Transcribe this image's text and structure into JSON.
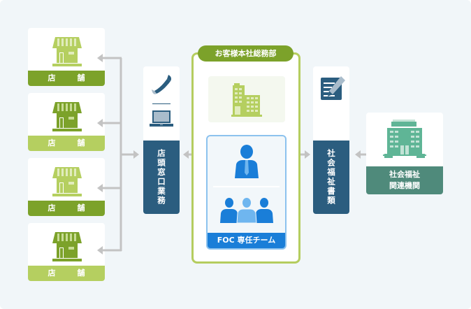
{
  "diagram": {
    "stores": [
      {
        "label": "店　舗",
        "variant": "light-icon-dark-band"
      },
      {
        "label": "店　舗",
        "variant": "dark-icon-light-band"
      },
      {
        "label": "店　舗",
        "variant": "light-icon-dark-band"
      },
      {
        "label": "店　舗",
        "variant": "dark-icon-light-band"
      }
    ],
    "counter": {
      "label": "店頭窓口業務",
      "icons": [
        "phone-icon",
        "laptop-icon"
      ]
    },
    "hq": {
      "title": "お客様本社総務部",
      "building_icon": "office-building-icon",
      "team": {
        "label": "FOC 専任チーム",
        "icons": [
          "manager-icon",
          "team-icon"
        ]
      }
    },
    "documents": {
      "label": "社会福祉書類",
      "icon": "document-edit-icon"
    },
    "welfare": {
      "label_line1": "社会福祉",
      "label_line2": "関連機関",
      "icon": "hospital-building-icon"
    },
    "colors": {
      "background": "#f1f6f9",
      "green_dark": "#7ca22a",
      "green_light": "#b5cf60",
      "navy": "#2b5d7f",
      "blue": "#1a7ed8",
      "teal": "#4f8a7b",
      "connector": "#c3c3c3"
    }
  }
}
